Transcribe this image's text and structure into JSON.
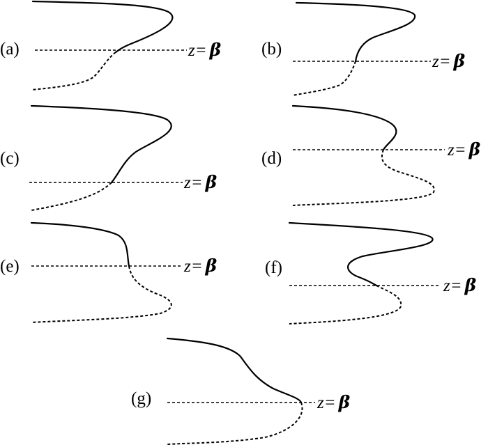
{
  "panels": [
    {
      "label": "(a)",
      "line_label_z": "z=",
      "line_label_beta": "β"
    },
    {
      "label": "(b)",
      "line_label_z": "z=",
      "line_label_beta": "β"
    },
    {
      "label": "(c)",
      "line_label_z": "z=",
      "line_label_beta": "β"
    },
    {
      "label": "(d)",
      "line_label_z": "z=",
      "line_label_beta": "β"
    },
    {
      "label": "(e)",
      "line_label_z": "z=",
      "line_label_beta": "β"
    },
    {
      "label": "(f)",
      "line_label_z": "z=",
      "line_label_beta": "β"
    },
    {
      "label": "(g)",
      "line_label_z": "z=",
      "line_label_beta": "β"
    }
  ]
}
